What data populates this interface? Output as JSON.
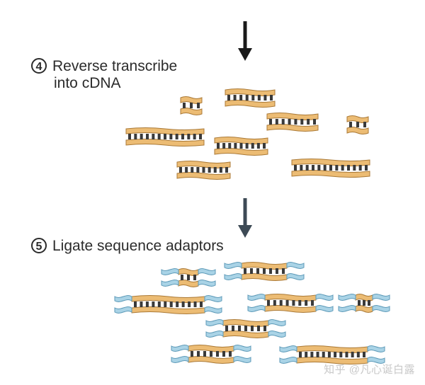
{
  "steps": [
    {
      "number": "4",
      "line1": "Reverse transcribe",
      "line2": "into cDNA"
    },
    {
      "number": "5",
      "line1": "Ligate sequence adaptors",
      "line2": ""
    }
  ],
  "watermark": "知乎 @凡心诞白露",
  "colors": {
    "strand_fill": "#ecbc74",
    "strand_stroke": "#ab7a37",
    "rung": "#3a3a3a",
    "adaptor_fill": "#a9d3e6",
    "adaptor_stroke": "#5d9ab8",
    "arrow1": "#1a1a1a",
    "arrow2": "#3d4a55"
  }
}
